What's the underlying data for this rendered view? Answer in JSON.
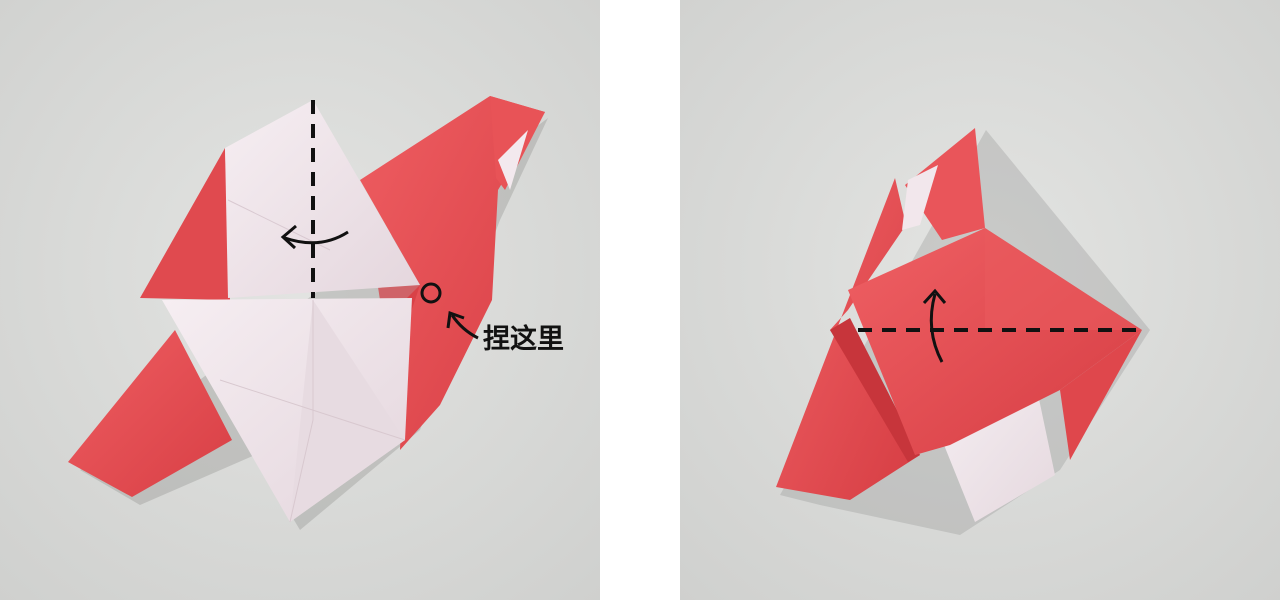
{
  "panels": [
    {
      "id": "step-left",
      "annotation": "捏这里"
    },
    {
      "id": "step-right"
    }
  ],
  "colors": {
    "paper_red": "#e64a4f",
    "paper_red_dark": "#d53c42",
    "paper_red_light": "#ef6a6e",
    "paper_white": "#f1e7ec",
    "paper_white_shade": "#e6d9df",
    "background": "#dcdddb",
    "separator": "#ffffff",
    "line": "#111111"
  },
  "icons": [
    "fold-line-dashed",
    "rotate-arrow-icon",
    "circle-marker-icon",
    "pointer-arrow-icon"
  ]
}
